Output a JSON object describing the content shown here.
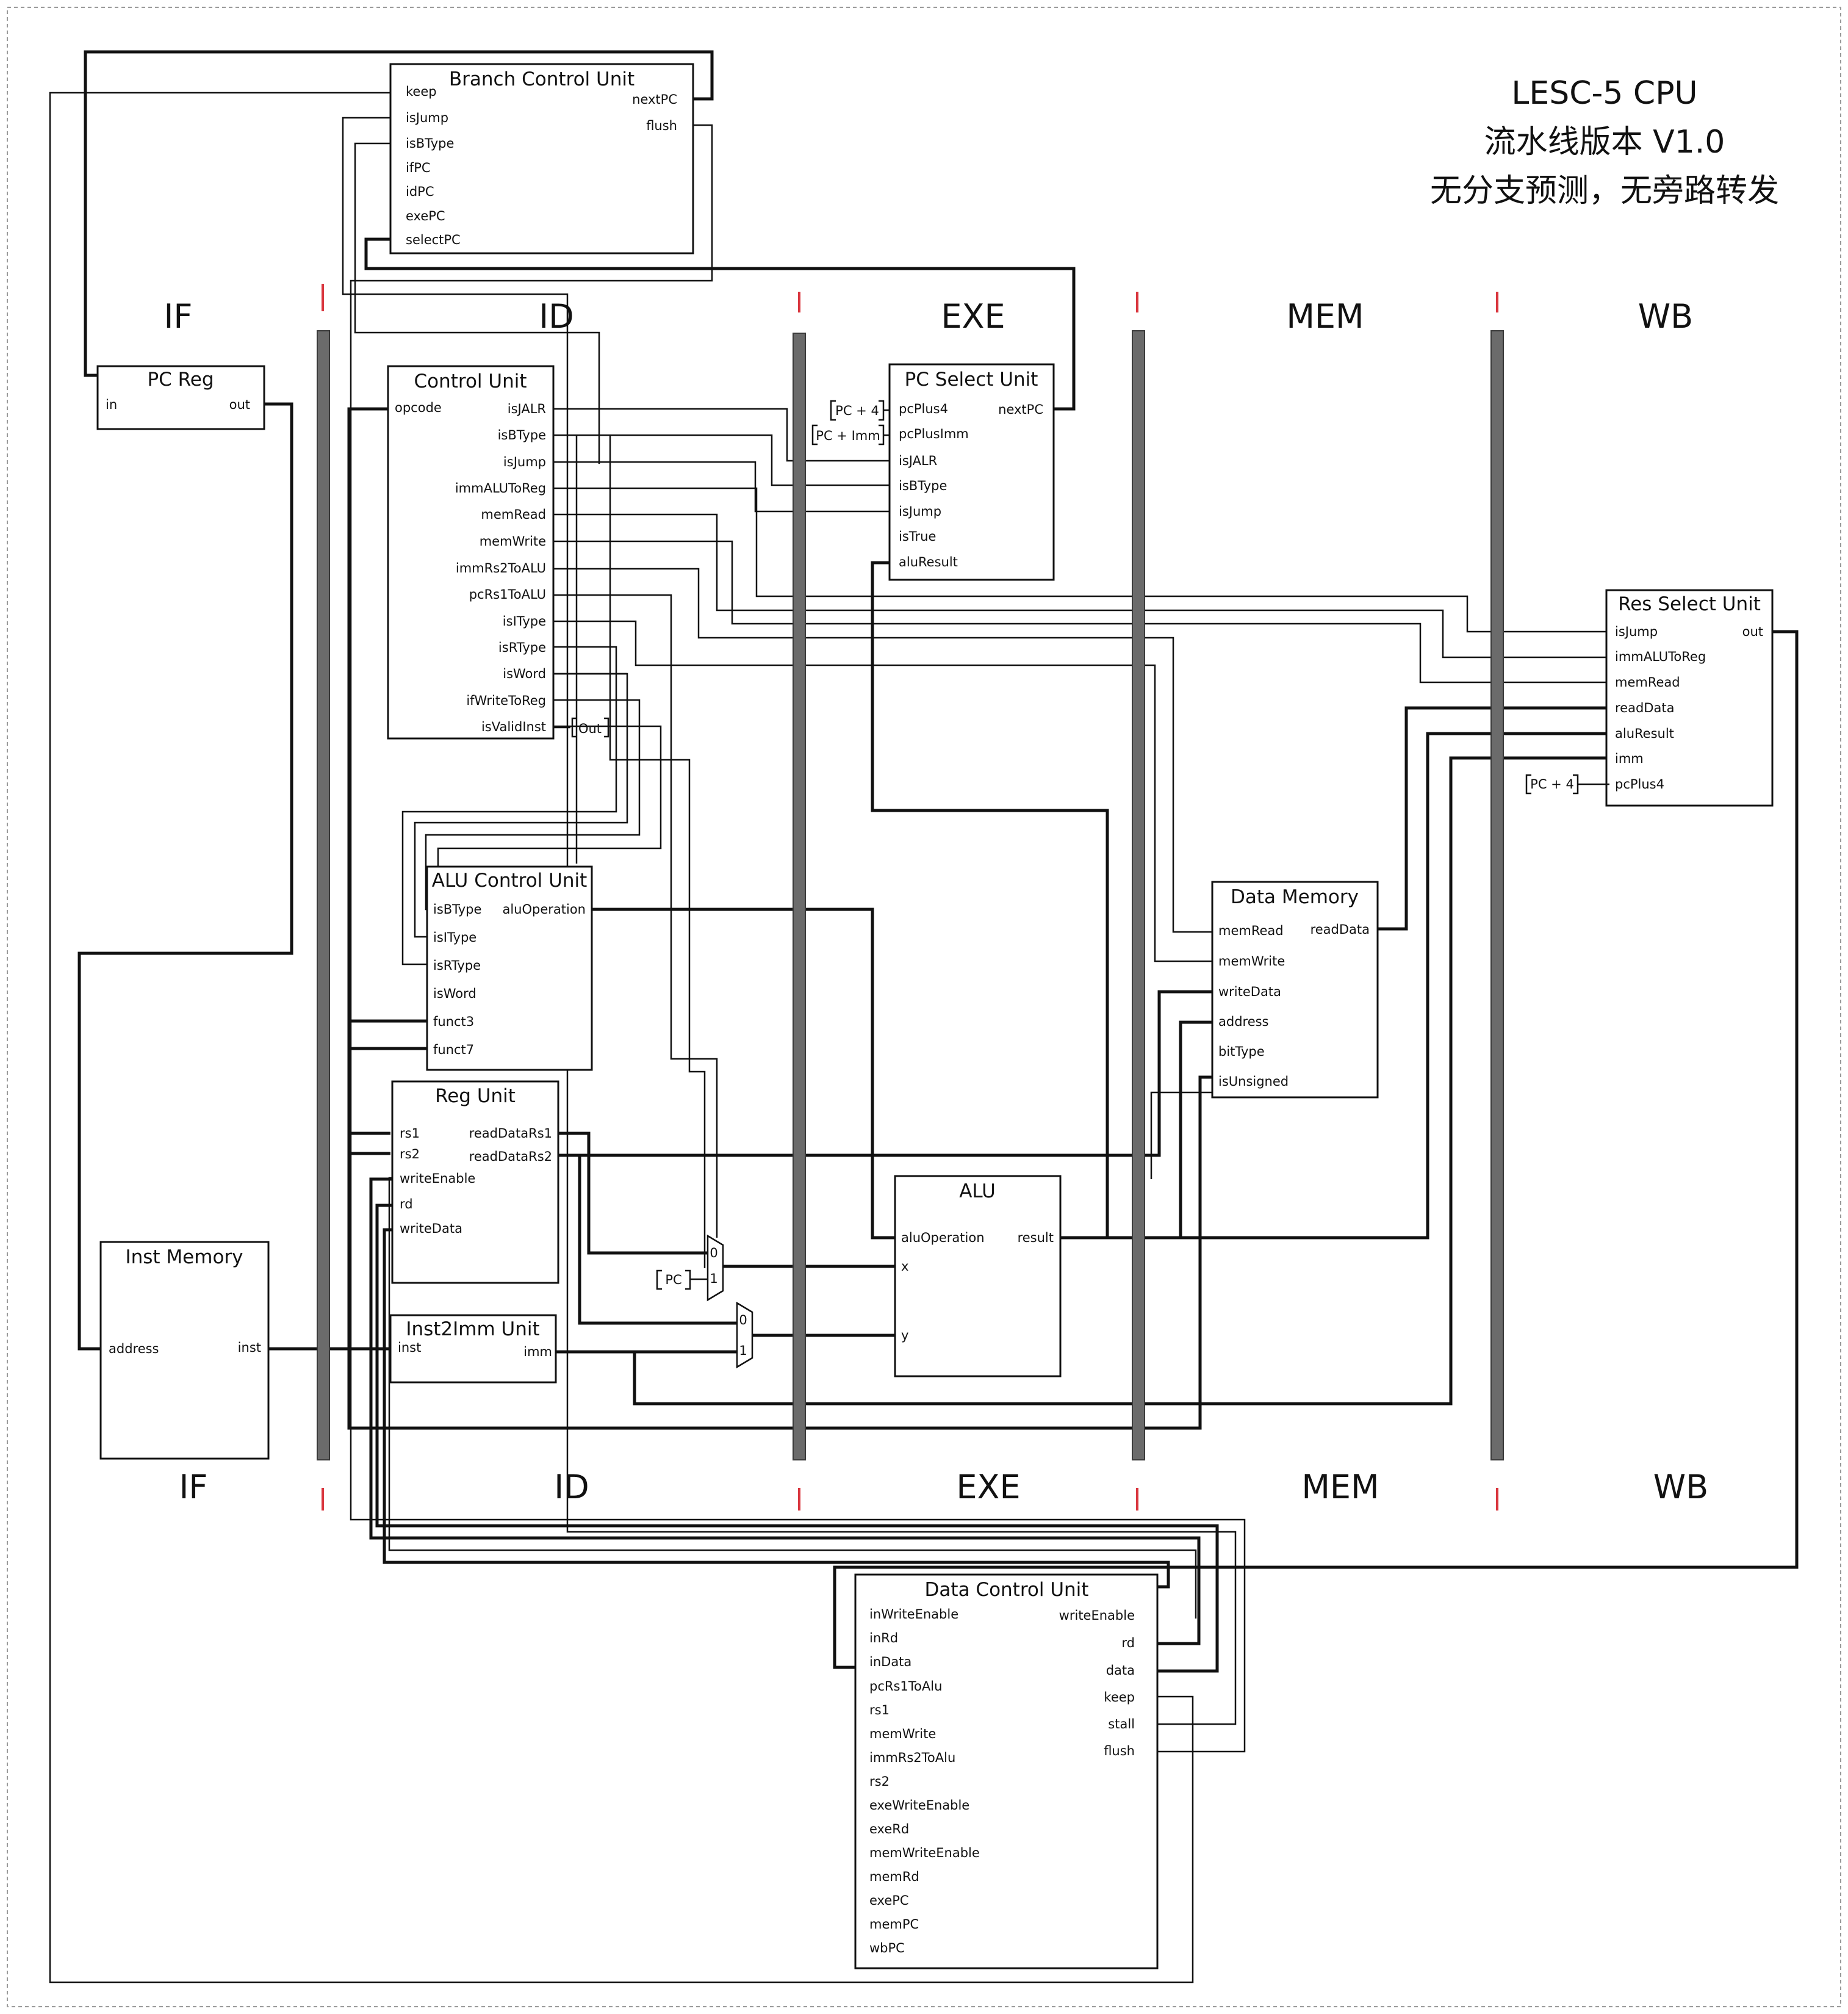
{
  "title": {
    "line1": "LESC-5 CPU",
    "line2": "流水线版本 V1.0",
    "line3": "无分支预测，无旁路转发"
  },
  "stages": [
    "IF",
    "ID",
    "EXE",
    "MEM",
    "WB"
  ],
  "blocks": {
    "branch_control": {
      "title": "Branch Control Unit",
      "inputs": [
        "keep",
        "isJump",
        "isBType",
        "ifPC",
        "idPC",
        "exePC",
        "selectPC"
      ],
      "outputs": [
        "nextPC",
        "flush"
      ]
    },
    "pc_reg": {
      "title": "PC Reg",
      "inputs": [
        "in"
      ],
      "outputs": [
        "out"
      ]
    },
    "control_unit": {
      "title": "Control Unit",
      "inputs": [
        "opcode"
      ],
      "outputs": [
        "isJALR",
        "isBType",
        "isJump",
        "immALUToReg",
        "memRead",
        "memWrite",
        "immRs2ToALU",
        "pcRs1ToALU",
        "isIType",
        "isRType",
        "isWord",
        "ifWriteToReg",
        "isValidInst"
      ]
    },
    "pc_select": {
      "title": "PC Select Unit",
      "inputs": [
        "pcPlus4",
        "pcPlusImm",
        "isJALR",
        "isBType",
        "isJump",
        "isTrue",
        "aluResult"
      ],
      "outputs": [
        "nextPC"
      ]
    },
    "res_select": {
      "title": "Res Select Unit",
      "inputs": [
        "isJump",
        "immALUToReg",
        "memRead",
        "readData",
        "aluResult",
        "imm",
        "pcPlus4"
      ],
      "outputs": [
        "out"
      ]
    },
    "alu_control": {
      "title": "ALU Control Unit",
      "inputs": [
        "isBType",
        "isIType",
        "isRType",
        "isWord",
        "funct3",
        "funct7"
      ],
      "outputs": [
        "aluOperation"
      ]
    },
    "data_memory": {
      "title": "Data Memory",
      "inputs": [
        "memRead",
        "memWrite",
        "writeData",
        "address",
        "bitType",
        "isUnsigned"
      ],
      "outputs": [
        "readData"
      ]
    },
    "reg_unit": {
      "title": "Reg Unit",
      "inputs": [
        "rs1",
        "rs2",
        "writeEnable",
        "rd",
        "writeData"
      ],
      "outputs": [
        "readDataRs1",
        "readDataRs2"
      ]
    },
    "alu": {
      "title": "ALU",
      "inputs": [
        "aluOperation",
        "x",
        "y"
      ],
      "outputs": [
        "result"
      ]
    },
    "inst_memory": {
      "title": "Inst Memory",
      "inputs": [
        "address"
      ],
      "outputs": [
        "inst"
      ]
    },
    "inst2imm": {
      "title": "Inst2Imm Unit",
      "inputs": [
        "inst"
      ],
      "outputs": [
        "imm"
      ]
    },
    "data_control": {
      "title": "Data Control Unit",
      "inputs": [
        "inWriteEnable",
        "inRd",
        "inData",
        "pcRs1ToAlu",
        "rs1",
        "memWrite",
        "immRs2ToAlu",
        "rs2",
        "exeWriteEnable",
        "exeRd",
        "memWriteEnable",
        "memRd",
        "exePC",
        "memPC",
        "wbPC"
      ],
      "outputs": [
        "writeEnable",
        "rd",
        "data",
        "keep",
        "stall",
        "flush"
      ]
    }
  },
  "constants": {
    "pc4": "PC + 4",
    "pc_imm": "PC + Imm",
    "pc": "PC",
    "out": "Out"
  },
  "mux_labels": [
    "0",
    "1"
  ]
}
